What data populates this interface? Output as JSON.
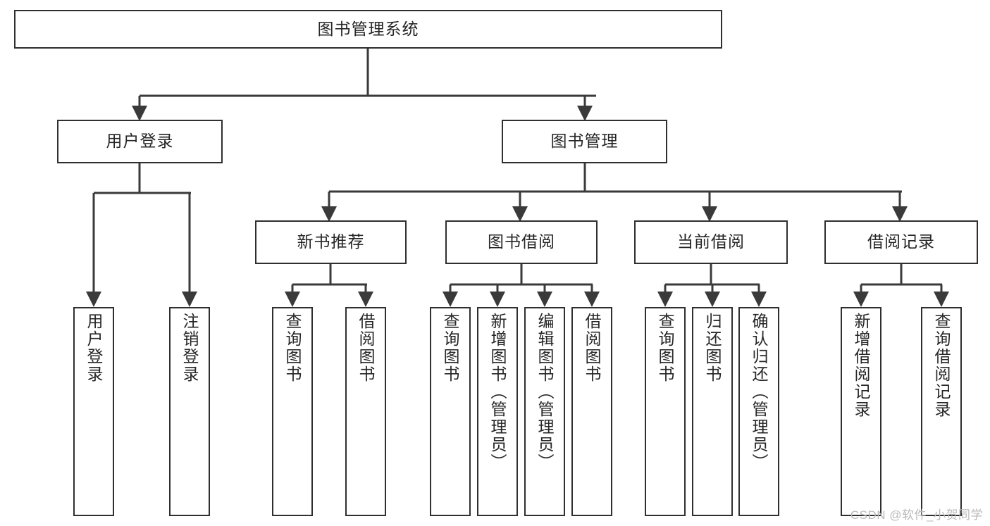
{
  "diagram": {
    "type": "tree-hierarchy-flowchart",
    "title": "图书管理系统",
    "orientation": "top-down",
    "root": {
      "id": "root",
      "label": "图书管理系统",
      "text_direction": "horizontal"
    },
    "level2": [
      {
        "id": "user-login",
        "label": "用户登录",
        "text_direction": "horizontal"
      },
      {
        "id": "book-management",
        "label": "图书管理",
        "text_direction": "horizontal"
      }
    ],
    "level3": [
      {
        "id": "new-book-recommend",
        "label": "新书推荐",
        "parent": "book-management",
        "text_direction": "horizontal"
      },
      {
        "id": "book-borrow",
        "label": "图书借阅",
        "parent": "book-management",
        "text_direction": "horizontal"
      },
      {
        "id": "current-borrow",
        "label": "当前借阅",
        "parent": "book-management",
        "text_direction": "horizontal"
      },
      {
        "id": "borrow-record",
        "label": "借阅记录",
        "parent": "book-management",
        "text_direction": "horizontal"
      }
    ],
    "leaves": [
      {
        "id": "leaf-user-login",
        "label": "用户登录",
        "parent": "user-login",
        "text_direction": "vertical"
      },
      {
        "id": "leaf-logout",
        "label": "注销登录",
        "parent": "user-login",
        "text_direction": "vertical"
      },
      {
        "id": "leaf-query-book-1",
        "label": "查询图书",
        "parent": "new-book-recommend",
        "text_direction": "vertical"
      },
      {
        "id": "leaf-borrow-book-1",
        "label": "借阅图书",
        "parent": "new-book-recommend",
        "text_direction": "vertical"
      },
      {
        "id": "leaf-query-book-2",
        "label": "查询图书",
        "parent": "book-borrow",
        "text_direction": "vertical"
      },
      {
        "id": "leaf-add-book",
        "label": "新增图书（管理员）",
        "parent": "book-borrow",
        "text_direction": "vertical"
      },
      {
        "id": "leaf-edit-book",
        "label": "编辑图书（管理员）",
        "parent": "book-borrow",
        "text_direction": "vertical"
      },
      {
        "id": "leaf-borrow-book-2",
        "label": "借阅图书",
        "parent": "book-borrow",
        "text_direction": "vertical"
      },
      {
        "id": "leaf-query-book-3",
        "label": "查询图书",
        "parent": "current-borrow",
        "text_direction": "vertical"
      },
      {
        "id": "leaf-return-book",
        "label": "归还图书",
        "parent": "current-borrow",
        "text_direction": "vertical"
      },
      {
        "id": "leaf-confirm-return",
        "label": "确认归还（管理员）",
        "parent": "current-borrow",
        "text_direction": "vertical"
      },
      {
        "id": "leaf-add-record",
        "label": "新增借阅记录",
        "parent": "borrow-record",
        "text_direction": "vertical"
      },
      {
        "id": "leaf-query-record",
        "label": "查询借阅记录",
        "parent": "borrow-record",
        "text_direction": "vertical"
      }
    ],
    "colors": {
      "node_border": "#2f2f2f",
      "node_fill": "#ffffff",
      "edge": "#3a3a3a",
      "text": "#262626",
      "background": "#ffffff",
      "watermark": "#b9b9b9"
    }
  },
  "watermark": {
    "text": "CSDN @软件_小贺同学"
  }
}
